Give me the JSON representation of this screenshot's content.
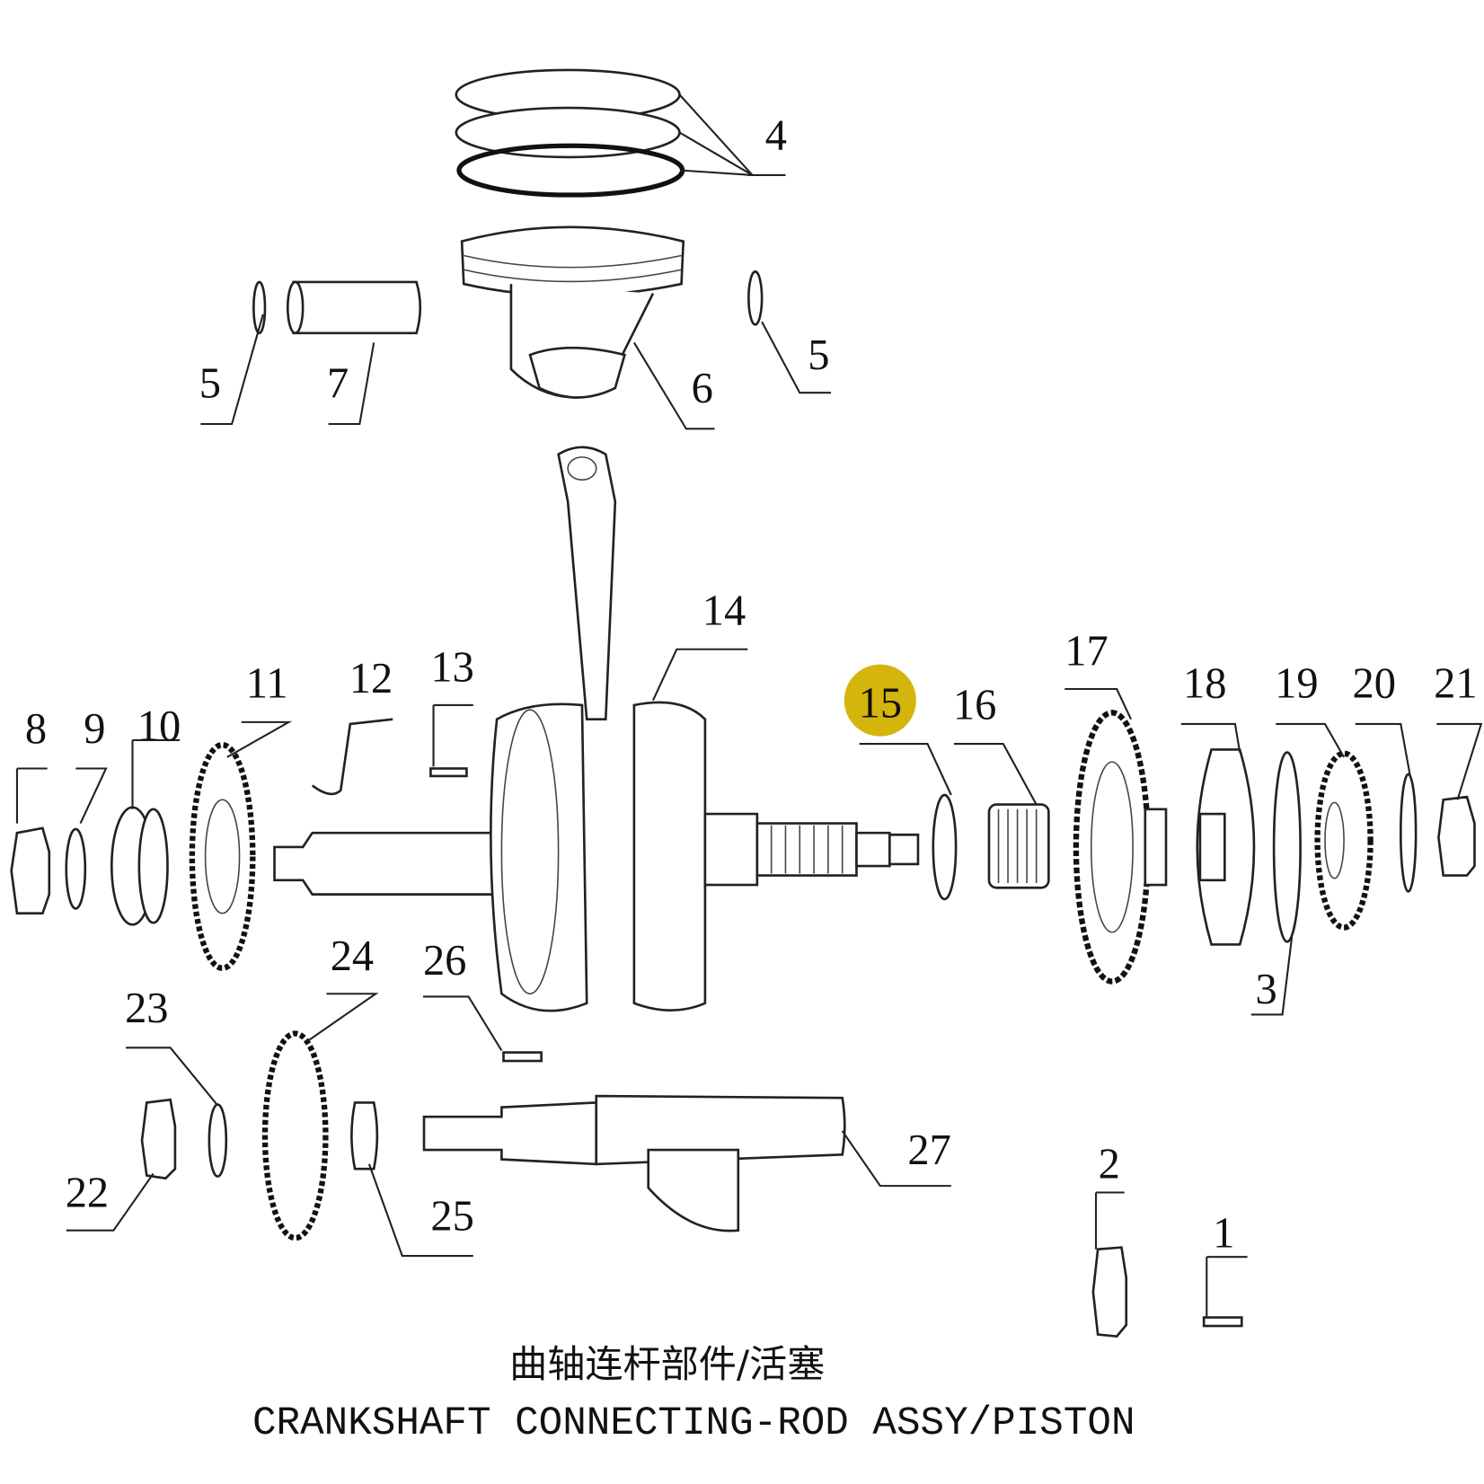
{
  "labels": {
    "p1": "1",
    "p2": "2",
    "p3": "3",
    "p4": "4",
    "p5a": "5",
    "p5b": "5",
    "p6": "6",
    "p7": "7",
    "p8": "8",
    "p9": "9",
    "p10": "10",
    "p11": "11",
    "p12": "12",
    "p13": "13",
    "p14": "14",
    "p15": "15",
    "p16": "16",
    "p17": "17",
    "p18": "18",
    "p19": "19",
    "p20": "20",
    "p21": "21",
    "p22": "22",
    "p23": "23",
    "p24": "24",
    "p25": "25",
    "p26": "26",
    "p27": "27"
  },
  "highlight": {
    "part": "15",
    "color": "#d4b50c"
  },
  "title": {
    "chinese": "曲轴连杆部件/活塞",
    "english": "CRANKSHAFT CONNECTING-ROD ASSY/PISTON"
  }
}
